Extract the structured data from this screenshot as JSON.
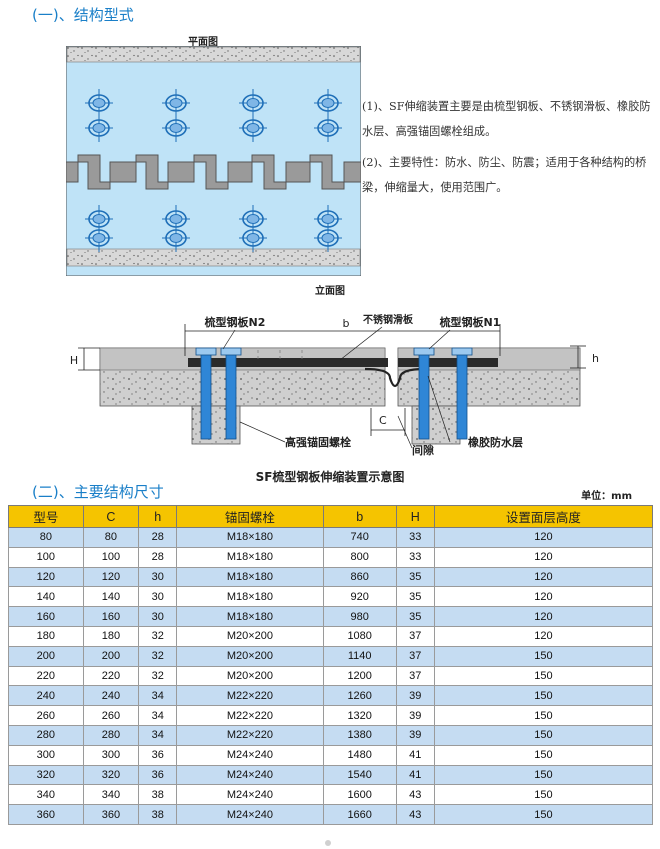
{
  "section1": {
    "title": "(一)、结构型式"
  },
  "plan_view": {
    "label": "平面图"
  },
  "description": [
    "(1)、SF伸缩装置主要是由梳型钢板、不锈钢滑板、橡胶防水层、高强锚固螺栓组成。",
    "(2)、主要特性：防水、防尘、防震；适用于各种结构的桥梁，伸缩量大，使用范围广。"
  ],
  "elevation": {
    "label": "立面图",
    "n2": "梳型钢板N2",
    "b": "b",
    "slide": "不锈钢滑板",
    "n1": "梳型钢板N1",
    "H": "H",
    "h": "h",
    "C": "C",
    "bolt": "高强锚固螺栓",
    "gap": "间隙",
    "rubber": "橡胶防水层"
  },
  "caption": "SF梳型钢板伸缩装置示意图",
  "section2": {
    "title": "(二)、主要结构尺寸",
    "unit": "单位：mm"
  },
  "table": {
    "headers": [
      "型号",
      "C",
      "h",
      "锚固螺栓",
      "b",
      "H",
      "设置面层高度"
    ],
    "rows": [
      [
        "80",
        "80",
        "28",
        "M18×180",
        "740",
        "33",
        "120"
      ],
      [
        "100",
        "100",
        "28",
        "M18×180",
        "800",
        "33",
        "120"
      ],
      [
        "120",
        "120",
        "30",
        "M18×180",
        "860",
        "35",
        "120"
      ],
      [
        "140",
        "140",
        "30",
        "M18×180",
        "920",
        "35",
        "120"
      ],
      [
        "160",
        "160",
        "30",
        "M18×180",
        "980",
        "35",
        "120"
      ],
      [
        "180",
        "180",
        "32",
        "M20×200",
        "1080",
        "37",
        "120"
      ],
      [
        "200",
        "200",
        "32",
        "M20×200",
        "1140",
        "37",
        "150"
      ],
      [
        "220",
        "220",
        "32",
        "M20×200",
        "1200",
        "37",
        "150"
      ],
      [
        "240",
        "240",
        "34",
        "M22×220",
        "1260",
        "39",
        "150"
      ],
      [
        "260",
        "260",
        "34",
        "M22×220",
        "1320",
        "39",
        "150"
      ],
      [
        "280",
        "280",
        "34",
        "M22×220",
        "1380",
        "39",
        "150"
      ],
      [
        "300",
        "300",
        "36",
        "M24×240",
        "1480",
        "41",
        "150"
      ],
      [
        "320",
        "320",
        "36",
        "M24×240",
        "1540",
        "41",
        "150"
      ],
      [
        "340",
        "340",
        "38",
        "M24×240",
        "1600",
        "43",
        "150"
      ],
      [
        "360",
        "360",
        "38",
        "M24×240",
        "1660",
        "43",
        "150"
      ]
    ]
  },
  "colors": {
    "accent": "#1a7fc8",
    "header_yellow": "#f5c400",
    "row_blue": "#c5dcf2",
    "plate_blue": "#bfe3f7",
    "bolt_blue": "#1f78c8"
  }
}
